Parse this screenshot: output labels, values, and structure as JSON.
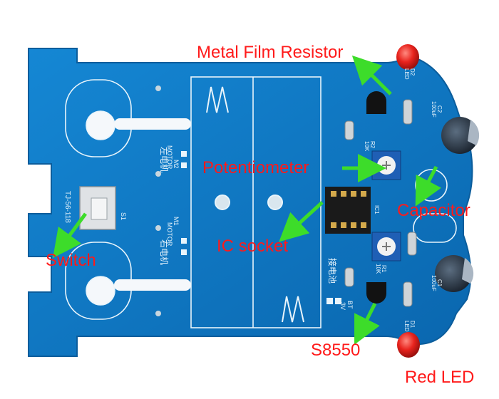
{
  "labels": {
    "resistor": "Metal Film Resistor",
    "potentiometer": "Potentiometer",
    "capacitor": "Capacitor",
    "switch": "Switch",
    "ic_socket": "IC socket",
    "transistor": "S8550",
    "led": "Red LED"
  },
  "silkscreen": {
    "board_id": "TJ-56-118",
    "s1": "S1",
    "m2": "M2",
    "m1": "M1",
    "motor": "MOTOR",
    "left_motor": "左电机",
    "right_motor": "右电机",
    "battery": "接电池",
    "bt": "BT",
    "bt_voltage": "3V",
    "ic1": "IC1",
    "r1": "R1",
    "r2": "R2",
    "r_value": "10K",
    "c1": "C1",
    "c2": "C2",
    "c_value": "100uF",
    "d1": "D1",
    "d2": "D2",
    "led": "LED"
  },
  "colors": {
    "board": "#0a6fb8",
    "board_edge": "#0b5d9c",
    "silkscreen": "#e8f4fb",
    "label_text": "#ff1a1a",
    "arrow": "#3ddc2a",
    "led": "#e8231d",
    "capacitor": "#1e2a36",
    "trimmer": "#1f5fb5"
  }
}
